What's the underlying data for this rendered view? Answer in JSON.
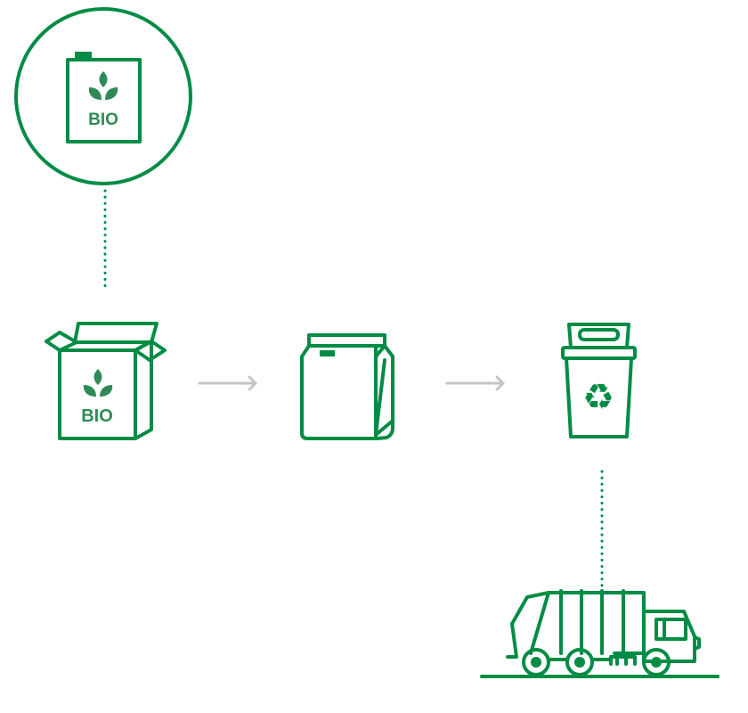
{
  "colors": {
    "primary": "#008C45",
    "leaf": "#2E8B57",
    "arrow": "#C4C4C6"
  },
  "steps": [
    {
      "name": "bio-canister",
      "label": "BIO"
    },
    {
      "name": "bio-box",
      "label": "BIO"
    },
    {
      "name": "pouch-bag"
    },
    {
      "name": "recycling-bin",
      "icon": "recycle-icon",
      "symbol": "♻"
    },
    {
      "name": "garbage-truck"
    }
  ]
}
